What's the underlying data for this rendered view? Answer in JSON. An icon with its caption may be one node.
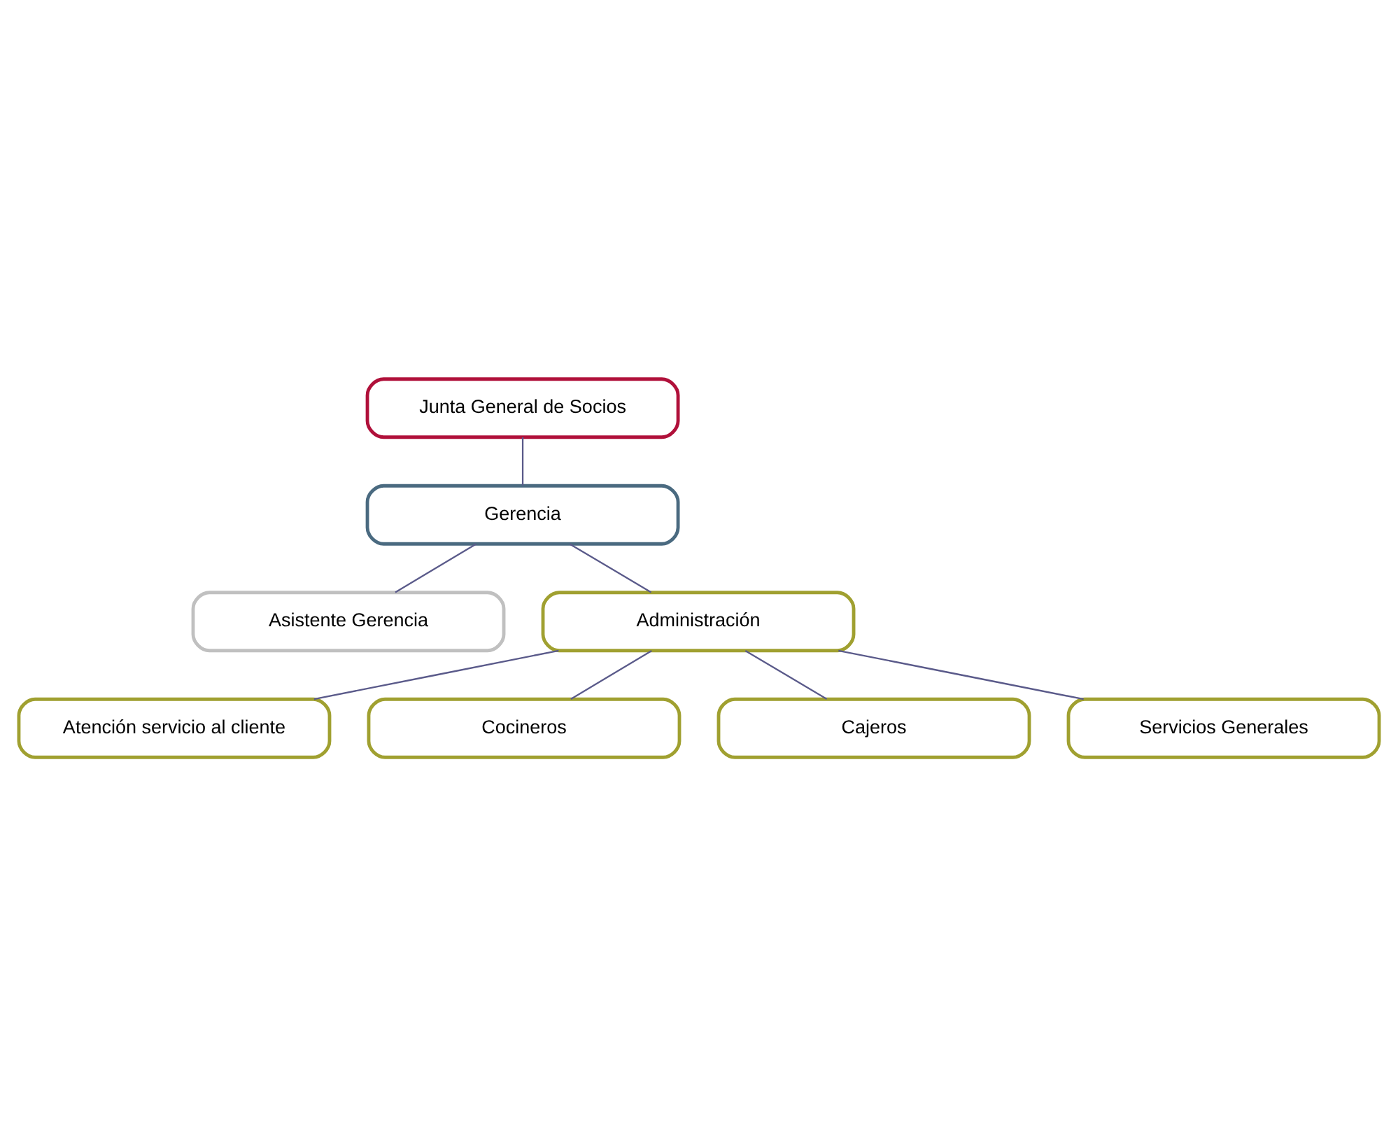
{
  "diagram": {
    "nodes": [
      {
        "text": [
          "Junta General de Socios"
        ]
      },
      {
        "text": [
          "Gerencia"
        ]
      },
      {
        "text": [
          "Asistente Gerencia"
        ]
      },
      {
        "text": [
          "Administración"
        ]
      },
      {
        "text": [
          "Atención servicio al cliente"
        ]
      },
      {
        "text": [
          "Cocineros"
        ]
      },
      {
        "text": [
          "Cajeros"
        ]
      },
      {
        "text": [
          "Servicios Generales"
        ]
      }
    ],
    "edges": [
      {
        "from": 0,
        "to": 1,
        "arrow": "none"
      },
      {
        "from": 1,
        "to": 2,
        "arrow": "none"
      },
      {
        "from": 1,
        "to": 3,
        "arrow": "none"
      },
      {
        "from": 3,
        "to": 4,
        "arrow": "none"
      },
      {
        "from": 3,
        "to": 5,
        "arrow": "none"
      },
      {
        "from": 3,
        "to": 6,
        "arrow": "none"
      },
      {
        "from": 3,
        "to": 7,
        "arrow": "none"
      }
    ]
  }
}
